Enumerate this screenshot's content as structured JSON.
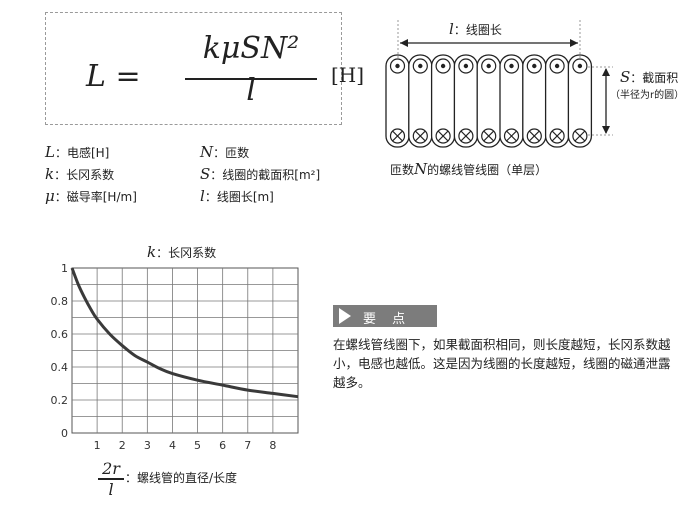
{
  "formula": {
    "lhs": "L =",
    "numerator": "kμSN²",
    "denominator": "l",
    "unit": "[H]"
  },
  "legend": [
    {
      "sym": "L",
      "text": "：电感[H]"
    },
    {
      "sym": "N",
      "text": "：匝数"
    },
    {
      "sym": "k",
      "text": "：长冈系数"
    },
    {
      "sym": "S",
      "text": "：线圈的截面积[m²]"
    },
    {
      "sym": "μ",
      "text": "：磁导率[H/m]"
    },
    {
      "sym": "l",
      "text": "：线圈长[m]"
    }
  ],
  "coil": {
    "length_sym": "l",
    "length_label": "：线圈长",
    "area_sym": "S",
    "area_label": "：截面积",
    "area_note": "（半径为r的圆）",
    "caption_pre": "匝数",
    "caption_sym": "N",
    "caption_post": "的螺线管线圈（单层）",
    "turns": 9
  },
  "chart_data": {
    "type": "line",
    "title_sym": "k",
    "title": "：长冈系数",
    "x_ticks": [
      "1",
      "2",
      "3",
      "4",
      "5",
      "6",
      "7",
      "8"
    ],
    "y_ticks": [
      "0",
      "0.2",
      "0.4",
      "0.6",
      "0.8",
      "1"
    ],
    "xlim": [
      0,
      9
    ],
    "ylim": [
      0,
      1
    ],
    "xlabel_num": "2r",
    "xlabel_den": "l",
    "xlabel_text": "：螺线管的直径/长度",
    "series": [
      {
        "x": [
          0.0,
          0.25,
          0.5,
          0.75,
          1.0,
          1.5,
          2.0,
          2.5,
          3.0,
          3.5,
          4.0,
          5.0,
          6.0,
          7.0,
          8.0,
          9.0
        ],
        "y": [
          1.0,
          0.9,
          0.82,
          0.75,
          0.69,
          0.6,
          0.53,
          0.47,
          0.43,
          0.39,
          0.36,
          0.32,
          0.29,
          0.26,
          0.24,
          0.22
        ]
      }
    ]
  },
  "keypoint": {
    "badge": "要 点",
    "text": "在螺线管线圈下，如果截面积相同，则长度越短，长冈系数越小，电感也越低。这是因为线圈的长度越短，线圈的磁通泄露越多。"
  }
}
